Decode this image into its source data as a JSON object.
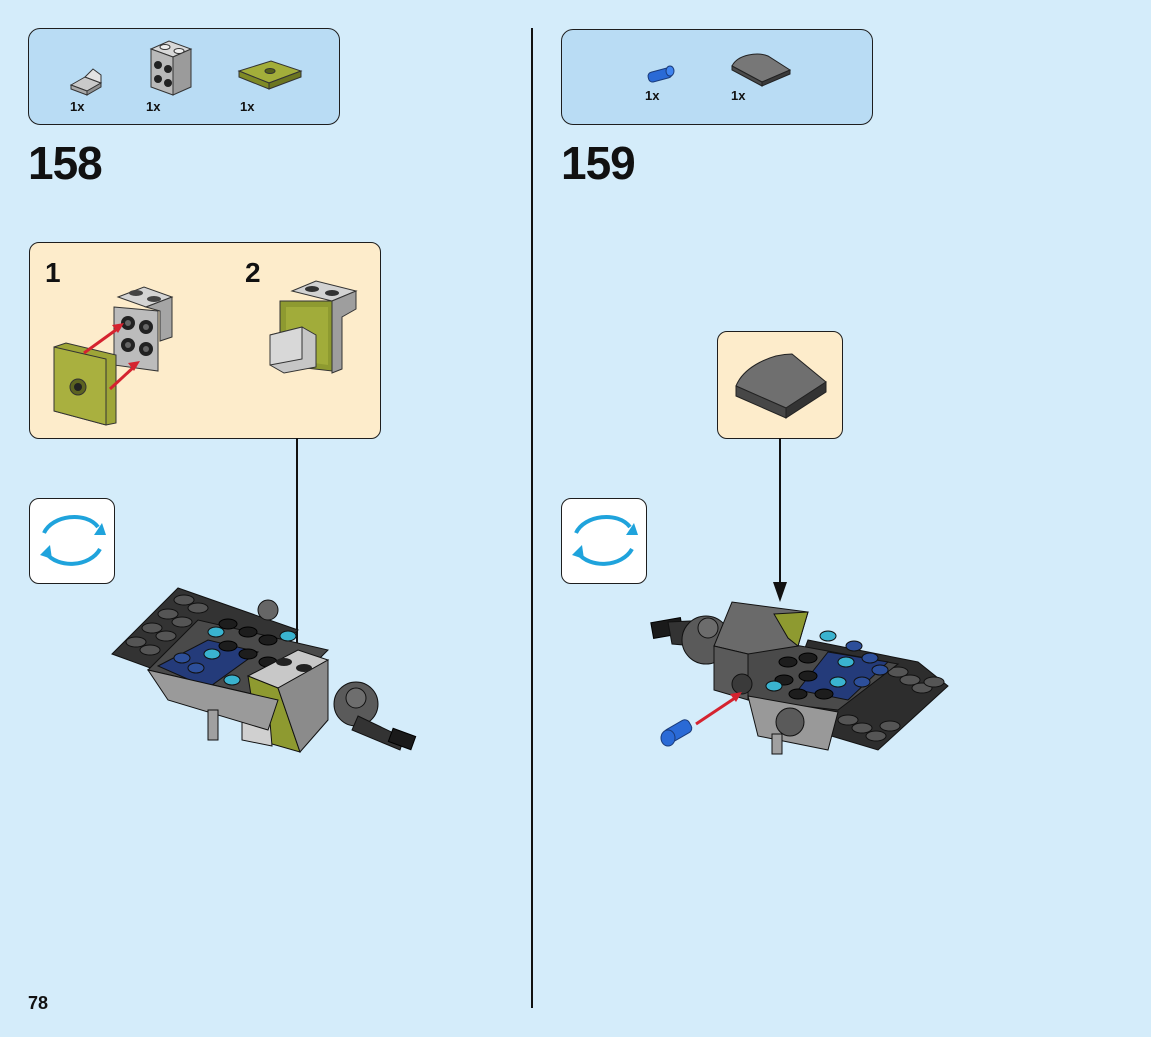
{
  "page": {
    "number": "78"
  },
  "steps": [
    {
      "number": "158",
      "parts": [
        {
          "qty": "1x",
          "icon": "slope-brick-light-gray-icon"
        },
        {
          "qty": "1x",
          "icon": "bracket-light-gray-icon"
        },
        {
          "qty": "1x",
          "icon": "jumper-plate-olive-icon"
        }
      ],
      "substeps": [
        "1",
        "2"
      ],
      "rotate_icon": "rotate-model-icon"
    },
    {
      "number": "159",
      "parts": [
        {
          "qty": "1x",
          "icon": "pin-blue-icon"
        },
        {
          "qty": "1x",
          "icon": "curved-slope-dark-gray-icon"
        }
      ],
      "rotate_icon": "rotate-model-icon"
    }
  ],
  "colors": {
    "background": "#d4ecfa",
    "parts_box": "#b9dcf4",
    "subassembly_box": "#fdeccb",
    "arrow_red": "#d5232f",
    "rotate_arrow": "#1fa3dc"
  }
}
